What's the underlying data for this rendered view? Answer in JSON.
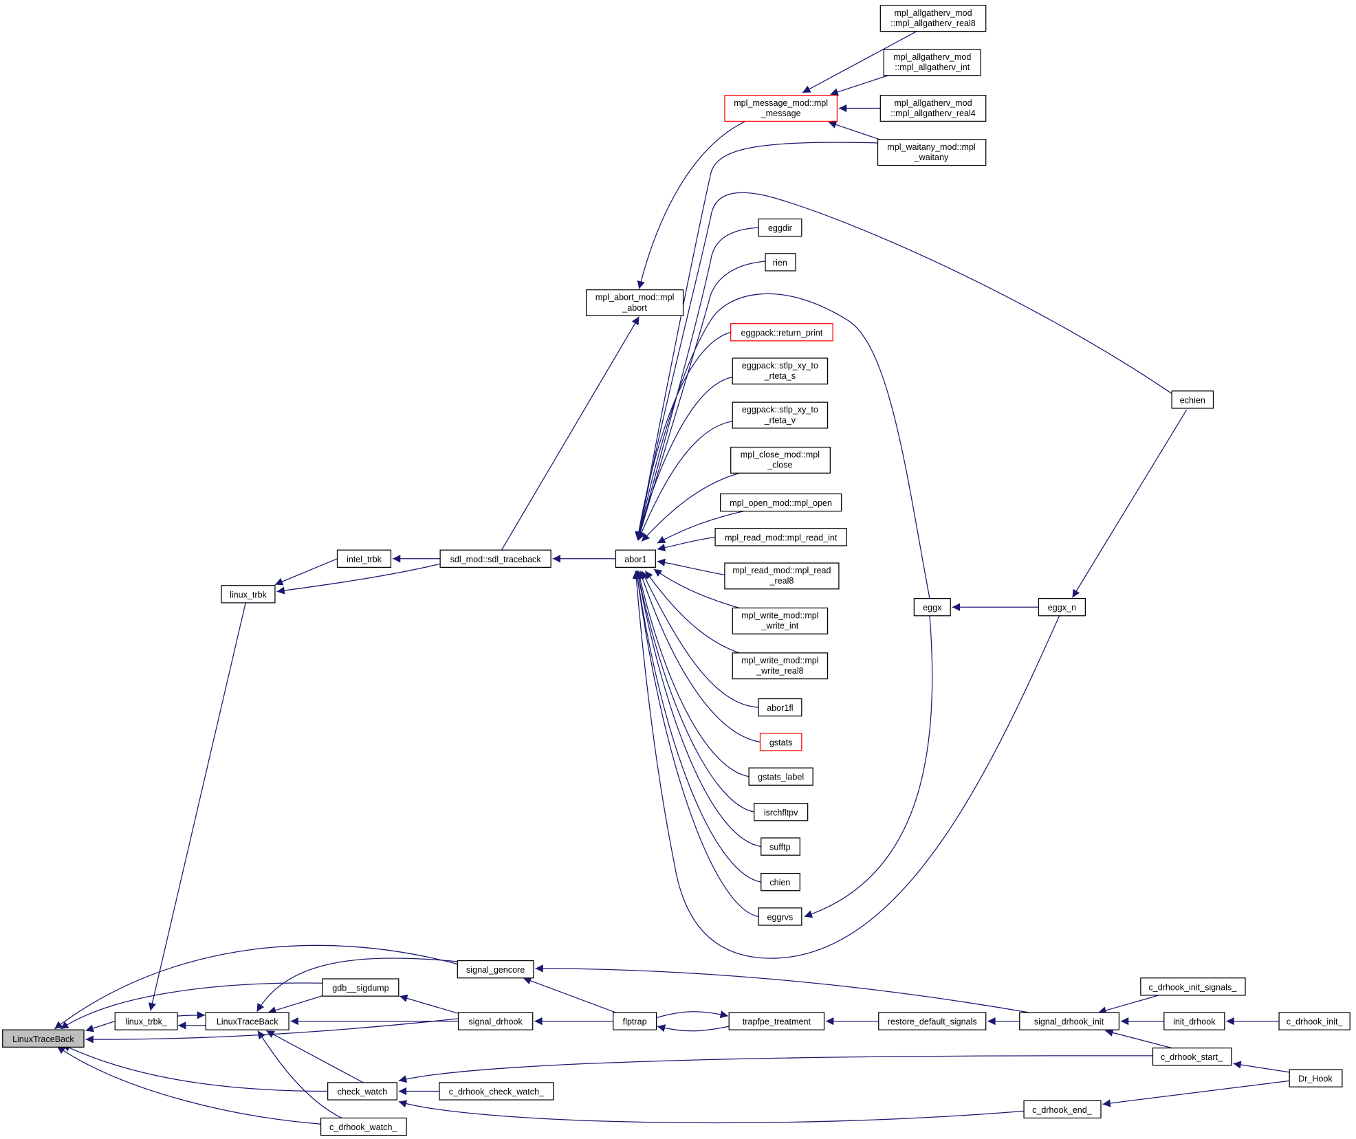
{
  "colors": {
    "edge": "#191970",
    "highlight_border": "#ff0000",
    "root_fill": "#bfbfbf",
    "node_border": "#000000"
  },
  "nodes": {
    "root": {
      "label": [
        "LinuxTraceBack"
      ]
    },
    "linux_trbk_": {
      "label": [
        "linux_trbk_"
      ]
    },
    "ltb2": {
      "label": [
        "LinuxTraceBack"
      ]
    },
    "gdb_sigdump": {
      "label": [
        "gdb__sigdump"
      ]
    },
    "check_watch": {
      "label": [
        "check_watch"
      ]
    },
    "c_drhook_watch_": {
      "label": [
        "c_drhook_watch_"
      ]
    },
    "signal_gencore": {
      "label": [
        "signal_gencore"
      ]
    },
    "signal_drhook": {
      "label": [
        "signal_drhook"
      ]
    },
    "c_drhook_check_watch_": {
      "label": [
        "c_drhook_check_watch_"
      ]
    },
    "linux_trbk": {
      "label": [
        "linux_trbk"
      ]
    },
    "intel_trbk": {
      "label": [
        "intel_trbk"
      ]
    },
    "sdl_traceback": {
      "label": [
        "sdl_mod::sdl_traceback"
      ]
    },
    "mpl_abort": {
      "label": [
        "mpl_abort_mod::mpl",
        "_abort"
      ]
    },
    "mpl_message": {
      "label": [
        "mpl_message_mod::mpl",
        "_message"
      ],
      "highlighted": true
    },
    "abor1": {
      "label": [
        "abor1"
      ]
    },
    "allgatherv_real8": {
      "label": [
        "mpl_allgatherv_mod",
        "::mpl_allgatherv_real8"
      ]
    },
    "allgatherv_int": {
      "label": [
        "mpl_allgatherv_mod",
        "::mpl_allgatherv_int"
      ]
    },
    "allgatherv_real4": {
      "label": [
        "mpl_allgatherv_mod",
        "::mpl_allgatherv_real4"
      ]
    },
    "waitany": {
      "label": [
        "mpl_waitany_mod::mpl",
        "_waitany"
      ]
    },
    "eggdir": {
      "label": [
        "eggdir"
      ]
    },
    "rien": {
      "label": [
        "rien"
      ]
    },
    "return_print": {
      "label": [
        "eggpack::return_print"
      ],
      "highlighted": true
    },
    "stlp_s": {
      "label": [
        "eggpack::stlp_xy_to",
        "_rteta_s"
      ]
    },
    "stlp_v": {
      "label": [
        "eggpack::stlp_xy_to",
        "_rteta_v"
      ]
    },
    "mpl_close": {
      "label": [
        "mpl_close_mod::mpl",
        "_close"
      ]
    },
    "mpl_open": {
      "label": [
        "mpl_open_mod::mpl_open"
      ]
    },
    "mpl_read_int": {
      "label": [
        "mpl_read_mod::mpl_read_int"
      ]
    },
    "mpl_read_real8": {
      "label": [
        "mpl_read_mod::mpl_read",
        "_real8"
      ]
    },
    "mpl_write_int": {
      "label": [
        "mpl_write_mod::mpl",
        "_write_int"
      ]
    },
    "mpl_write_real8": {
      "label": [
        "mpl_write_mod::mpl",
        "_write_real8"
      ]
    },
    "abor1fl": {
      "label": [
        "abor1fl"
      ]
    },
    "gstats": {
      "label": [
        "gstats"
      ],
      "highlighted": true
    },
    "gstats_label": {
      "label": [
        "gstats_label"
      ]
    },
    "isrchfltpv": {
      "label": [
        "isrchfltpv"
      ]
    },
    "sufftp": {
      "label": [
        "sufftp"
      ]
    },
    "chien": {
      "label": [
        "chien"
      ]
    },
    "eggrvs": {
      "label": [
        "eggrvs"
      ]
    },
    "eggx": {
      "label": [
        "eggx"
      ]
    },
    "eggx_n": {
      "label": [
        "eggx_n"
      ]
    },
    "echien": {
      "label": [
        "echien"
      ]
    },
    "flptrap": {
      "label": [
        "flptrap"
      ]
    },
    "trapfpe_treatment": {
      "label": [
        "trapfpe_treatment"
      ]
    },
    "restore_default_signals": {
      "label": [
        "restore_default_signals"
      ]
    },
    "signal_drhook_init": {
      "label": [
        "signal_drhook_init"
      ]
    },
    "c_drhook_init_signals_": {
      "label": [
        "c_drhook_init_signals_"
      ]
    },
    "init_drhook": {
      "label": [
        "init_drhook"
      ]
    },
    "c_drhook_init_": {
      "label": [
        "c_drhook_init_"
      ]
    },
    "c_drhook_start_": {
      "label": [
        "c_drhook_start_"
      ]
    },
    "dr_hook": {
      "label": [
        "Dr_Hook"
      ]
    },
    "c_drhook_end_": {
      "label": [
        "c_drhook_end_"
      ]
    }
  }
}
